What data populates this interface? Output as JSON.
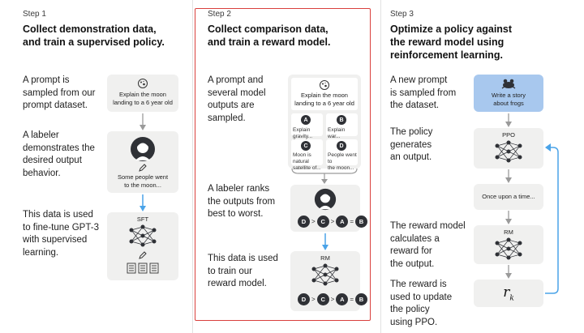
{
  "step1": {
    "label": "Step 1",
    "title_line1": "Collect demonstration data,",
    "title_line2": "and train a supervised policy.",
    "desc1": [
      "A prompt is",
      "sampled from our",
      "prompt dataset."
    ],
    "desc2": [
      "A labeler",
      "demonstrates the",
      "desired output",
      "behavior."
    ],
    "desc3": [
      "This data is used",
      "to fine-tune GPT-3",
      "with supervised",
      "learning."
    ],
    "prompt_card": [
      "Explain the moon",
      "landing to a 6 year old"
    ],
    "labeler_card": [
      "Some people went",
      "to the moon..."
    ],
    "model_label": "SFT"
  },
  "step2": {
    "label": "Step 2",
    "title_line1": "Collect comparison data,",
    "title_line2": "and train a reward model.",
    "desc1": [
      "A prompt and",
      "several model",
      "outputs are",
      "sampled."
    ],
    "desc2": [
      "A labeler ranks",
      "the outputs from",
      "best to worst."
    ],
    "desc3": [
      "This data is used",
      "to train our",
      "reward model."
    ],
    "prompt_card": [
      "Explain the moon",
      "landing to a 6 year old"
    ],
    "outputs": [
      {
        "letter": "A",
        "text": [
          "Explain gravity..."
        ]
      },
      {
        "letter": "B",
        "text": [
          "Explain war..."
        ]
      },
      {
        "letter": "C",
        "text": [
          "Moon is natural",
          "satellite of..."
        ]
      },
      {
        "letter": "D",
        "text": [
          "People went to",
          "the moon..."
        ]
      }
    ],
    "ranking": [
      "D",
      ">",
      "C",
      ">",
      "A",
      "=",
      "B"
    ],
    "model_label": "RM"
  },
  "step3": {
    "label": "Step 3",
    "title_line1": "Optimize a policy against",
    "title_line2": "the reward model using",
    "title_line3": "reinforcement learning.",
    "desc1": [
      "A new prompt",
      "is sampled from",
      "the dataset."
    ],
    "desc2": [
      "The policy",
      "generates",
      "an output."
    ],
    "desc3": [
      "The reward model",
      "calculates a",
      "reward for",
      "the output."
    ],
    "desc4": [
      "The reward is",
      "used to update",
      "the policy",
      "using PPO."
    ],
    "prompt_card": [
      "Write a story",
      "about frogs"
    ],
    "policy_label": "PPO",
    "output_text": "Once upon a time...",
    "rm_label": "RM",
    "reward_symbol": "r",
    "reward_subscript": "k"
  },
  "colors": {
    "highlight_border": "#d9403d",
    "arrow_blue": "#4aa3e8",
    "arrow_gray": "#9a9a9a",
    "card_gray": "#f0f0ef",
    "card_blue": "#a8c8ee",
    "chip_dark": "#2f3136"
  }
}
